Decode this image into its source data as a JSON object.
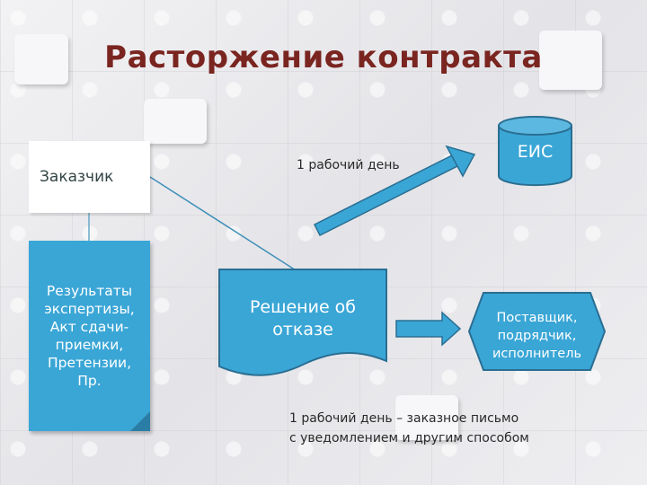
{
  "title": "Расторжение контракта",
  "nodes": {
    "customer": "Заказчик",
    "results": [
      "Результаты",
      "экспертизы,",
      "Акт сдачи-",
      "приемки,",
      "Претензии,",
      "Пр."
    ],
    "decision": [
      "Решение об",
      "отказе"
    ],
    "eis": "ЕИС",
    "supplier": [
      "Поставщик,",
      "подрядчик,",
      "исполнитель"
    ]
  },
  "labels": {
    "one_day": "1 рабочий день",
    "note_line1": "1 рабочий день – заказное письмо",
    "note_line2": "с уведомлением и другим способом"
  },
  "colors": {
    "title": "#7a2520",
    "shape_fill": "#3aa6d6",
    "arrow_fill": "#3aa6d6"
  }
}
